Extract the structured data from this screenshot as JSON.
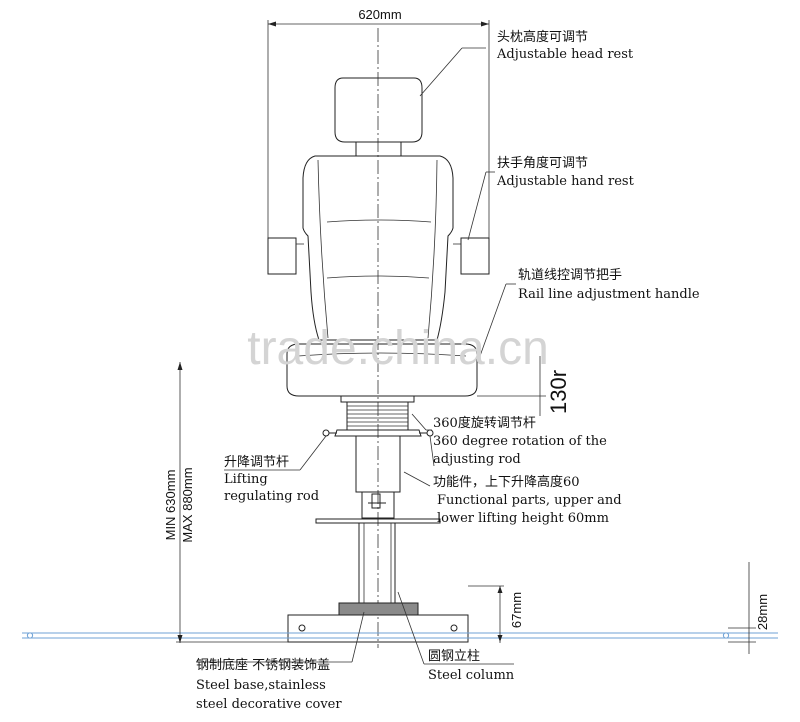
{
  "dimensions": {
    "width": "620mm",
    "min_height": "MIN 630mm",
    "max_height": "MAX 880mm",
    "seat_height": "130r",
    "base_height": "67mm",
    "rail_height": "28mm"
  },
  "labels": {
    "head_rest_cn": "头枕高度可调节",
    "head_rest_en": "Adjustable head rest",
    "hand_rest_cn": "扶手角度可调节",
    "hand_rest_en": "Adjustable hand rest",
    "rail_handle_cn": "轨道线控调节把手",
    "rail_handle_en": "Rail line adjustment handle",
    "rotation_cn": "360度旋转调节杆",
    "rotation_en_1": "360 degree rotation of the",
    "rotation_en_2": "adjusting rod",
    "lifting_cn": "升降调节杆",
    "lifting_en_1": "Lifting",
    "lifting_en_2": "regulating rod",
    "functional_cn": "功能件，上下升降高度60",
    "functional_en_1": "Functional parts, upper and",
    "functional_en_2": "lower lifting height 60mm",
    "base_cn": "钢制底座 不锈钢装饰盖",
    "base_en_1": "Steel base,stainless",
    "base_en_2": "steel decorative cover",
    "column_cn": "圆钢立柱",
    "column_en": "Steel column"
  },
  "watermark": "trade.china.cn"
}
